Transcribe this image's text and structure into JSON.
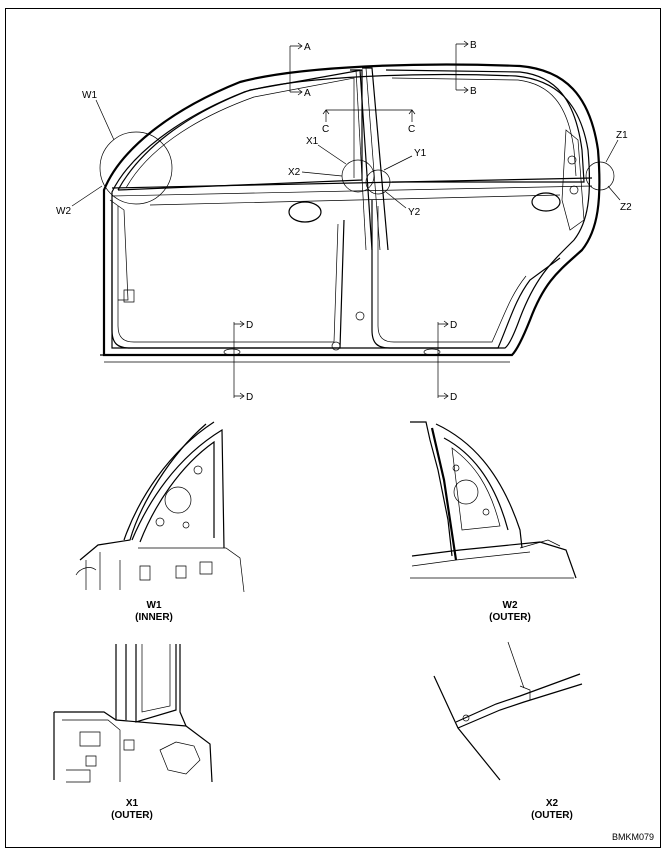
{
  "section_marks": {
    "a_top": "A",
    "a_bottom": "A",
    "b_top": "B",
    "b_bottom": "B",
    "c_left": "C",
    "c_right": "C",
    "d_upper_left": "D",
    "d_lower_left": "D",
    "d_upper_right": "D",
    "d_lower_right": "D"
  },
  "callouts": {
    "w1": "W1",
    "w2": "W2",
    "x1": "X1",
    "x2": "X2",
    "y1": "Y1",
    "y2": "Y2",
    "z1": "Z1",
    "z2": "Z2"
  },
  "details": [
    {
      "id": "W1",
      "view": "(INNER)"
    },
    {
      "id": "W2",
      "view": "(OUTER)"
    },
    {
      "id": "X1",
      "view": "(OUTER)"
    },
    {
      "id": "X2",
      "view": "(OUTER)"
    }
  ],
  "figure_code": "BMKM079"
}
